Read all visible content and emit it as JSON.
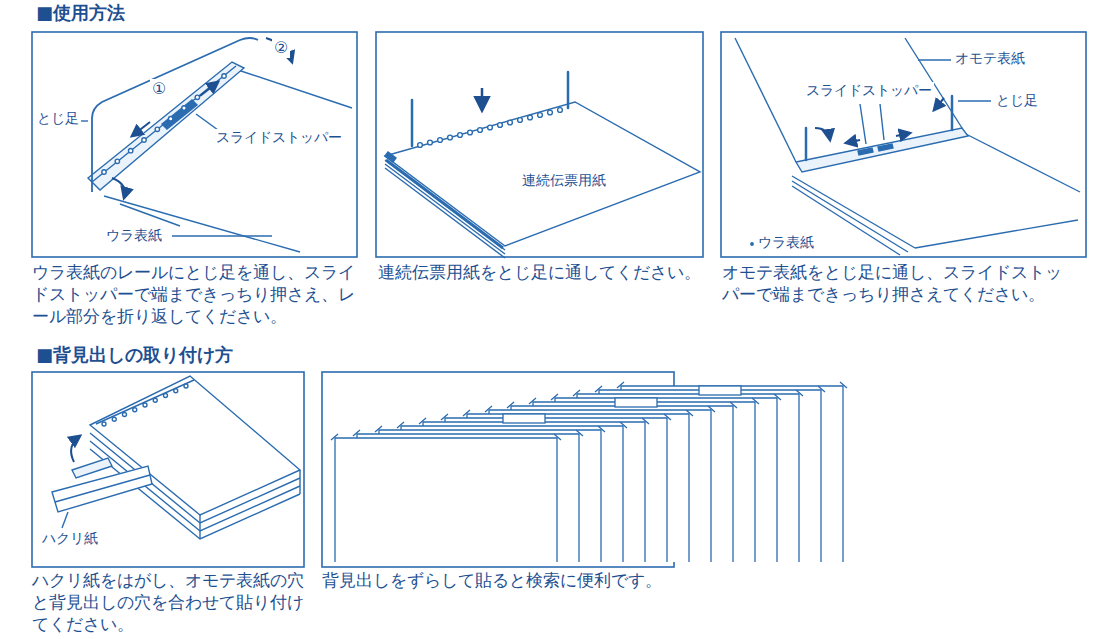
{
  "diagram": {
    "labels": [
      "■使用方法",
      "①",
      "②",
      "とじ足",
      "スライドストッパー",
      "ウラ表紙",
      "ウラ表紙のレールにとじ足を通し、スライドストッパーで端まできっちり押さえ、レール部分を折り返してください。",
      "連続伝票用紙",
      "連続伝票用紙をとじ足に通してください。",
      "オモテ表紙",
      "スライドストッパー",
      "とじ足",
      "ウラ表紙",
      "オモテ表紙をとじ足に通し、スライドストッパーで端まできっちり押さえてください。",
      "■背見出しの取り付け方",
      "ハクリ紙",
      "ハクリ紙をはがし、オモテ表紙の穴と背見出しの穴を合わせて貼り付けてください。",
      "背見出しをずらして貼ると検索に便利です。"
    ]
  }
}
